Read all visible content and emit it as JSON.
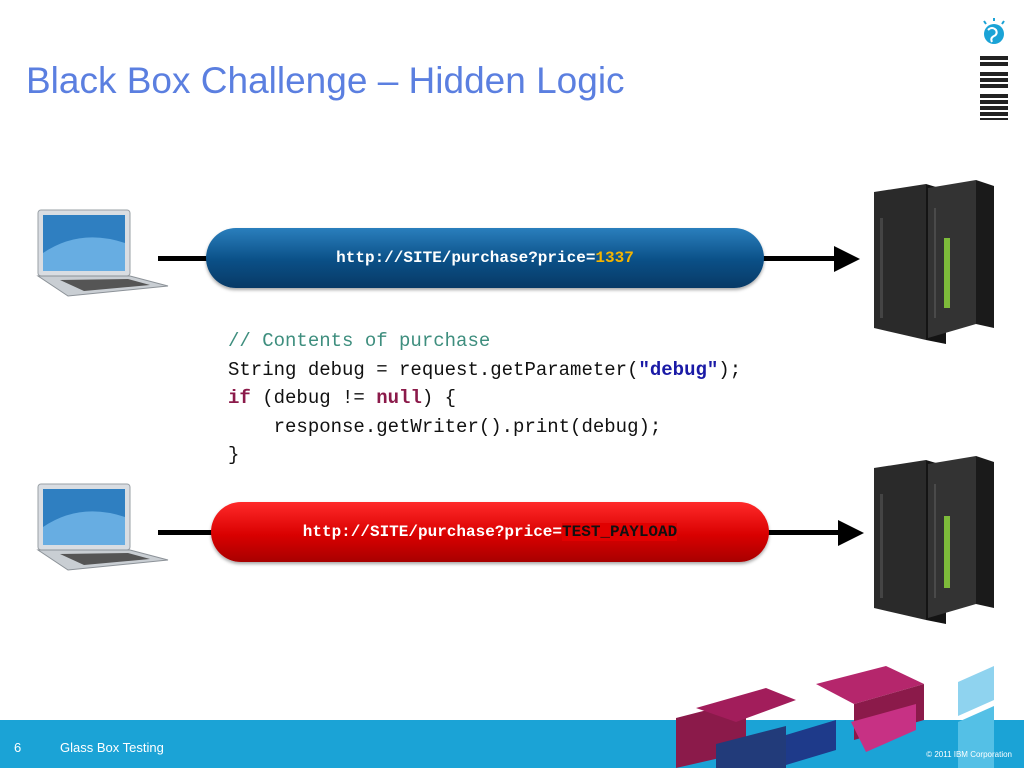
{
  "slide": {
    "title": "Black Box Challenge – Hidden Logic"
  },
  "request_normal": {
    "prefix": "http://SITE/purchase?price=",
    "value": "1337"
  },
  "request_attack": {
    "prefix": "http://SITE/purchase?price=",
    "value": "TEST_PAYLOAD"
  },
  "code": {
    "comment": "// Contents of purchase",
    "line2_a": "String debug = request.getParameter(",
    "line2_str": "\"debug\"",
    "line2_b": ");",
    "line3_kw": "if",
    "line3_a": " (debug != ",
    "line3_kw2": "null",
    "line3_b": ") {",
    "line4": "    response.getWriter().print(debug);",
    "line5": "}"
  },
  "footer": {
    "page_number": "6",
    "title": "Glass Box Testing",
    "copyright": "© 2011 IBM Corporation"
  },
  "logo": {
    "text": "IBM"
  },
  "colors": {
    "title": "#5b7fe0",
    "footer_bar": "#1ba3d6",
    "pill_blue": "#0a4f86",
    "pill_red": "#d90000",
    "value_highlight": "#f5b400"
  }
}
